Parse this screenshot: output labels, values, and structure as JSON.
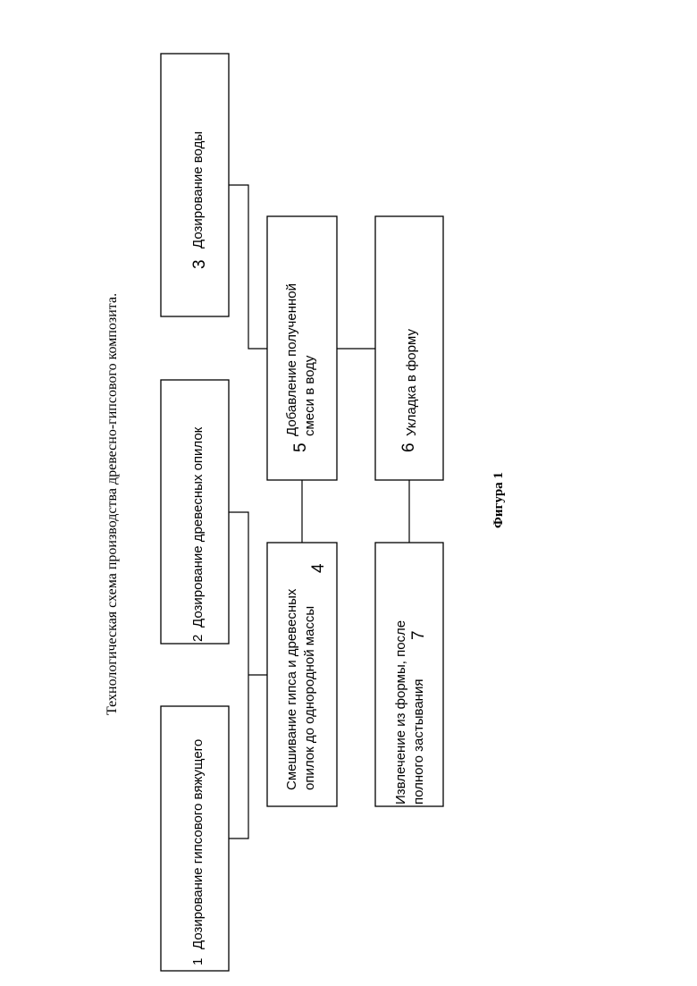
{
  "diagram": {
    "title": "Технологическая схема производства древесно-гипсового композита.",
    "figure_caption": "Фигура 1",
    "steps": [
      {
        "number": "1",
        "lines": [
          "Дозирование гипсового вяжущего"
        ]
      },
      {
        "number": "2",
        "lines": [
          "Дозирование древесных опилок"
        ]
      },
      {
        "number": "3",
        "lines": [
          "Дозирование воды"
        ]
      },
      {
        "number": "4",
        "lines": [
          "Смешивание гипса и древесных",
          "опилок до однородной массы"
        ]
      },
      {
        "number": "5",
        "lines": [
          "Добавление полученной",
          "смеси в воду"
        ]
      },
      {
        "number": "6",
        "lines": [
          "Укладка в форму"
        ]
      },
      {
        "number": "7",
        "lines": [
          "Извлечение из формы, после",
          "полного застывания"
        ]
      }
    ]
  }
}
